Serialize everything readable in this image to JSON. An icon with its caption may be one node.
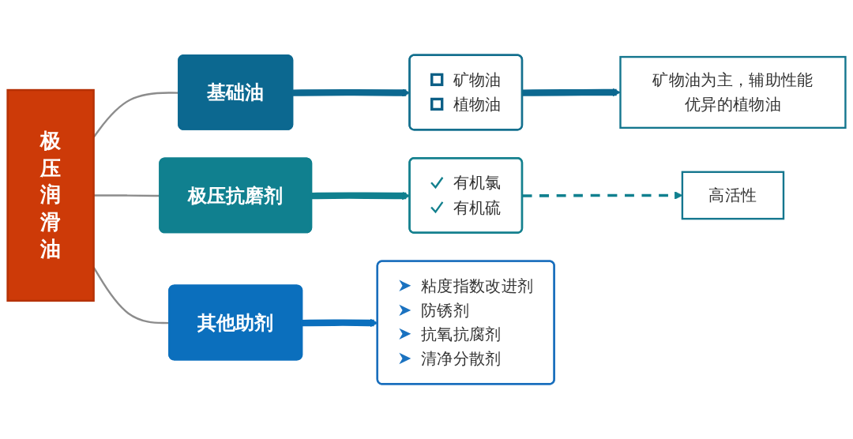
{
  "diagram": {
    "nodes": [
      {
        "text": [
          "极压润滑油"
        ]
      },
      {
        "text": [
          "基础油"
        ]
      },
      {
        "text": [
          "矿物油",
          "植物油"
        ]
      },
      {
        "text": [
          "矿物油为主，辅助性能优异的植物油"
        ]
      },
      {
        "text": [
          "极压抗磨剂"
        ]
      },
      {
        "text": [
          "有机氯",
          "有机硫"
        ]
      },
      {
        "text": [
          "高活性"
        ]
      },
      {
        "text": [
          "其他助剂"
        ]
      },
      {
        "text": [
          "粘度指数改进剂",
          "防锈剂",
          "抗氧抗腐剂",
          "清净分散剂"
        ]
      }
    ],
    "edges": [
      {
        "from": 0,
        "to": 1,
        "arrow": "none"
      },
      {
        "from": 0,
        "to": 4,
        "arrow": "none"
      },
      {
        "from": 0,
        "to": 7,
        "arrow": "none"
      },
      {
        "from": 1,
        "to": 2,
        "arrow": "to",
        "style": "thick",
        "color": "#0c6890"
      },
      {
        "from": 2,
        "to": 3,
        "arrow": "to",
        "style": "thick",
        "color": "#0c6890"
      },
      {
        "from": 4,
        "to": 5,
        "arrow": "to",
        "style": "thick",
        "color": "#10808f"
      },
      {
        "from": 5,
        "to": 6,
        "arrow": "to",
        "style": "dashed",
        "color": "#10808f"
      },
      {
        "from": 7,
        "to": 8,
        "arrow": "to",
        "style": "thick",
        "color": "#0b6fbd"
      }
    ]
  }
}
